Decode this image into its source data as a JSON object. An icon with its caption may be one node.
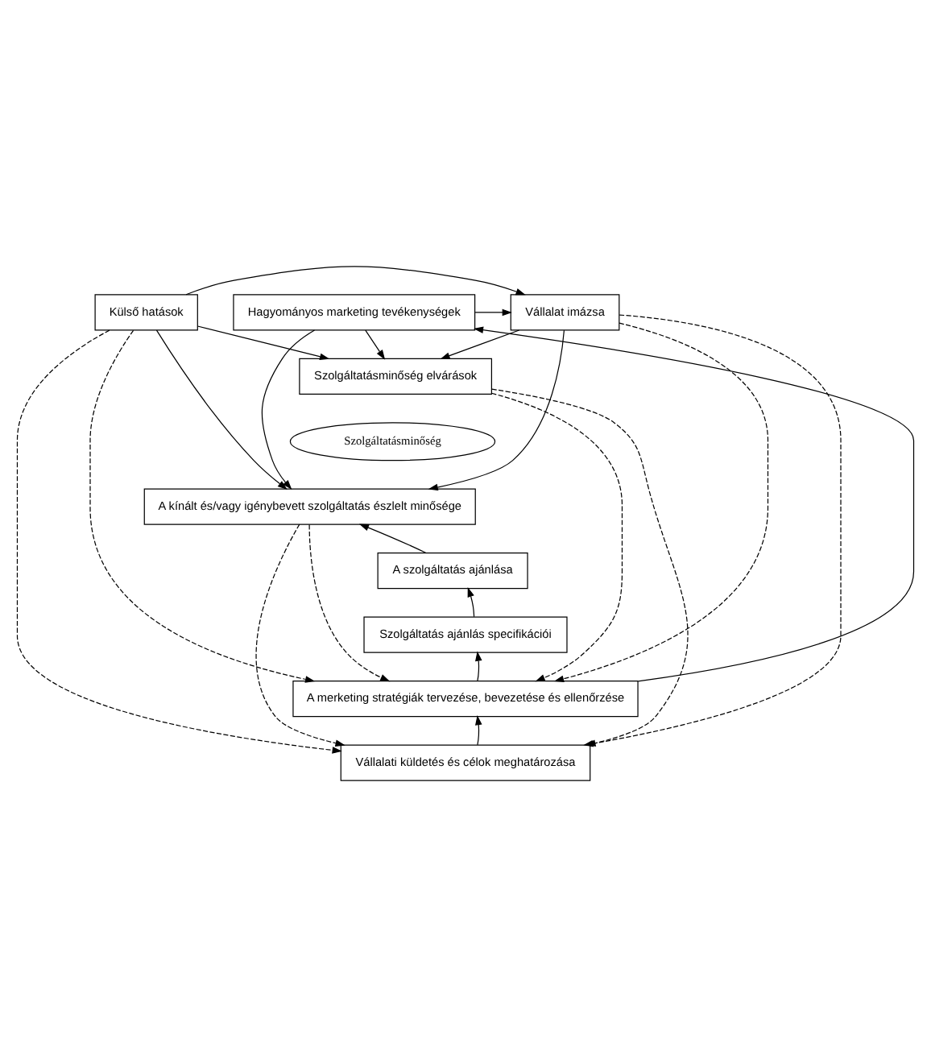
{
  "diagram": {
    "nodes": [
      {
        "text": [
          "Külső hatások"
        ]
      },
      {
        "text": [
          "Vállalat imázsa"
        ]
      },
      {
        "text": [
          "Hagyományos marketing tevékenységek"
        ]
      },
      {
        "text": [
          "Szolgáltatásminőség elvárások"
        ]
      },
      {
        "text": [
          "Szolgáltatásminőség"
        ]
      },
      {
        "text": [
          "A kínált és/vagy igénybevett szolgáltatás észlelt minősége"
        ]
      },
      {
        "text": [
          "A szolgáltatás ajánlása"
        ]
      },
      {
        "text": [
          "Szolgáltatás ajánlás specifikációi"
        ]
      },
      {
        "text": [
          "A merketing stratégiák tervezése, bevezetése és ellenőrzése"
        ]
      },
      {
        "text": [
          "Vállalati küldetés és célok meghatározása"
        ]
      }
    ],
    "edges": [
      {
        "from": 0,
        "to": 1,
        "arrow": "to"
      },
      {
        "from": 2,
        "to": 1,
        "arrow": "to"
      },
      {
        "from": 0,
        "to": 3,
        "arrow": "to"
      },
      {
        "from": 1,
        "to": 3,
        "arrow": "to"
      },
      {
        "from": 2,
        "to": 3,
        "arrow": "to"
      },
      {
        "from": 0,
        "to": 5,
        "arrow": "to"
      },
      {
        "from": 1,
        "to": 5,
        "arrow": "to"
      },
      {
        "from": 2,
        "to": 5,
        "arrow": "to"
      },
      {
        "from": 6,
        "to": 5,
        "arrow": "to"
      },
      {
        "from": 7,
        "to": 6,
        "arrow": "to"
      },
      {
        "from": 8,
        "to": 7,
        "arrow": "to"
      },
      {
        "from": 9,
        "to": 8,
        "arrow": "to"
      },
      {
        "from": 8,
        "to": 2,
        "arrow": "to"
      },
      {
        "from": 0,
        "to": 8,
        "arrow": "to",
        "style": "dashed"
      },
      {
        "from": 0,
        "to": 9,
        "arrow": "to",
        "style": "dashed"
      },
      {
        "from": 1,
        "to": 8,
        "arrow": "to",
        "style": "dashed"
      },
      {
        "from": 1,
        "to": 9,
        "arrow": "to",
        "style": "dashed"
      },
      {
        "from": 3,
        "to": 8,
        "arrow": "to",
        "style": "dashed"
      },
      {
        "from": 3,
        "to": 9,
        "arrow": "to",
        "style": "dashed"
      },
      {
        "from": 5,
        "to": 8,
        "arrow": "to",
        "style": "dashed"
      },
      {
        "from": 5,
        "to": 9,
        "arrow": "to",
        "style": "dashed"
      }
    ]
  }
}
